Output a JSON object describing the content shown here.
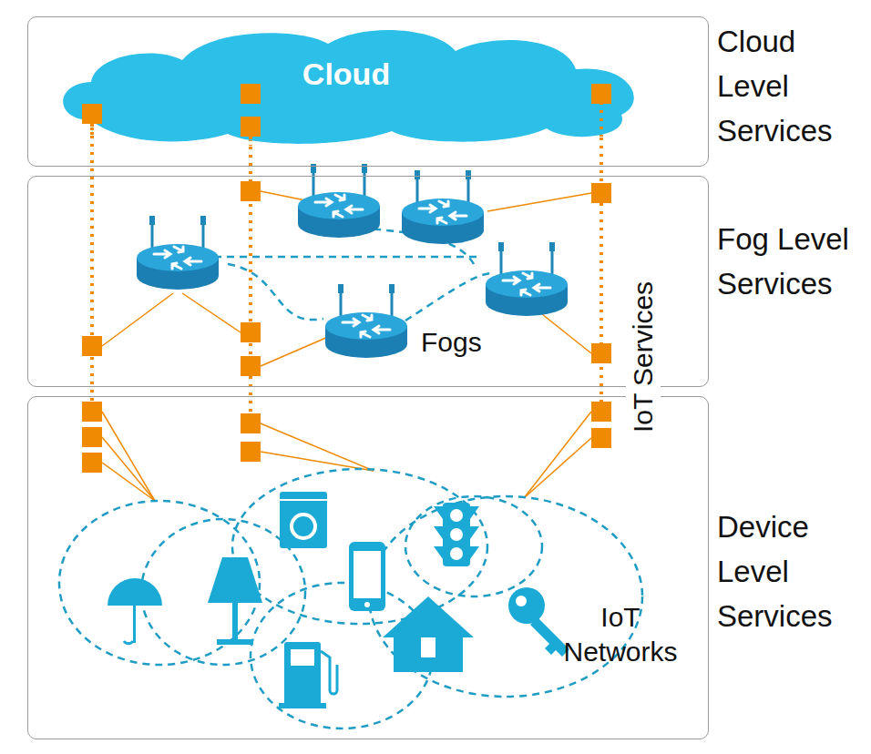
{
  "diagram": {
    "nodes": [
      {
        "text": [
          "Cloud Level Services"
        ]
      },
      {
        "text": [
          "Cloud"
        ],
        "in": 0
      },
      {
        "text": [
          "Fog Level Services"
        ]
      },
      {
        "text": [
          "Device Level Services"
        ]
      }
    ],
    "labels": [
      "Fogs",
      "IoT Services",
      "IoT Networks"
    ]
  }
}
